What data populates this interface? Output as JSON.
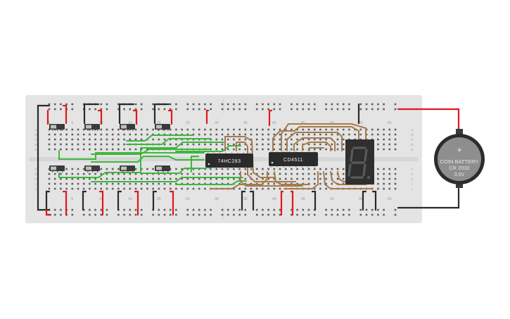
{
  "breadboard": {
    "column_labels": [
      "5",
      "10",
      "15",
      "20",
      "25",
      "30",
      "35",
      "40",
      "45",
      "50",
      "55",
      "60"
    ],
    "top_number_labels": [
      "1",
      "5",
      "10",
      "15",
      "20",
      "25",
      "30",
      "40",
      "45",
      "50",
      "55",
      "60"
    ],
    "row_letters_top": [
      "A",
      "B",
      "C",
      "D",
      "E"
    ],
    "row_letters_bottom": [
      "F",
      "G",
      "H",
      "I",
      "J"
    ]
  },
  "chips": {
    "adder": "74HC283",
    "decoder": "CD4511"
  },
  "display": {
    "digit": "8."
  },
  "battery": {
    "line1": "COIN BATTERY",
    "line2": "CR 2032",
    "line3": "3.0V",
    "symbol": "+"
  },
  "switches": {
    "top_count": 4,
    "bottom_count": 4
  },
  "colors": {
    "board": "#e4e4e4",
    "red_wire": "#e0181b",
    "black_wire": "#2a2a2a",
    "green_wire": "#3cb83c",
    "brown_wire": "#a87a4c",
    "chip": "#2b2b2b",
    "display_body": "#2f2f2f",
    "battery_body": "#8e8e8e"
  }
}
